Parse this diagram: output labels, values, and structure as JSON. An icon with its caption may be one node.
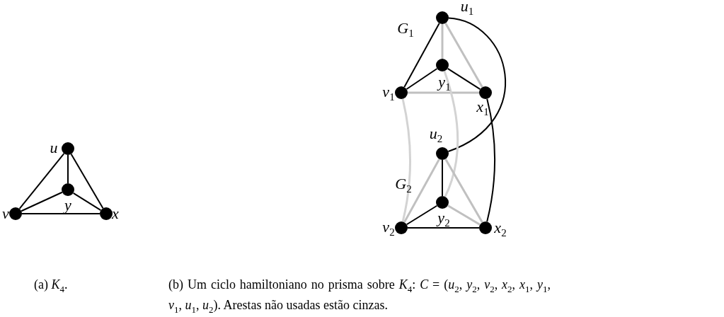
{
  "diagram": {
    "nodes": [
      {
        "text": [],
        "shape": "circle",
        "beside": [
          "u"
        ]
      },
      {
        "text": [],
        "shape": "circle",
        "beside": [
          "y"
        ]
      },
      {
        "text": [],
        "shape": "circle",
        "beside": [
          "v"
        ]
      },
      {
        "text": [],
        "shape": "circle",
        "beside": [
          "x"
        ]
      },
      {
        "text": [],
        "shape": "circle",
        "beside": [
          "u$_{1}$"
        ]
      },
      {
        "text": [],
        "shape": "circle",
        "beside": [
          "y$_{1}$"
        ]
      },
      {
        "text": [],
        "shape": "circle",
        "beside": [
          "v$_{1}$"
        ]
      },
      {
        "text": [],
        "shape": "circle",
        "beside": [
          "x$_{1}$"
        ]
      },
      {
        "text": [],
        "shape": "circle",
        "beside": [
          "u$_{2}$"
        ]
      },
      {
        "text": [],
        "shape": "circle",
        "beside": [
          "y$_{2}$"
        ]
      },
      {
        "text": [],
        "shape": "circle",
        "beside": [
          "v$_{2}$"
        ]
      },
      {
        "text": [],
        "shape": "circle",
        "beside": [
          "x$_{2}$"
        ]
      }
    ],
    "edges": [
      {
        "from": 0,
        "to": 1,
        "arrow": "none"
      },
      {
        "from": 0,
        "to": 2,
        "arrow": "none"
      },
      {
        "from": 0,
        "to": 3,
        "arrow": "none"
      },
      {
        "from": 1,
        "to": 2,
        "arrow": "none"
      },
      {
        "from": 1,
        "to": 3,
        "arrow": "none"
      },
      {
        "from": 2,
        "to": 3,
        "arrow": "none"
      },
      {
        "from": 4,
        "to": 6,
        "arrow": "none"
      },
      {
        "from": 4,
        "to": 5,
        "arrow": "none",
        "color": "#c0c0c0"
      },
      {
        "from": 4,
        "to": 7,
        "arrow": "none",
        "color": "#c0c0c0"
      },
      {
        "from": 5,
        "to": 6,
        "arrow": "none"
      },
      {
        "from": 5,
        "to": 7,
        "arrow": "none"
      },
      {
        "from": 6,
        "to": 7,
        "arrow": "none",
        "color": "#c0c0c0"
      },
      {
        "from": 4,
        "to": 8,
        "arrow": "none"
      },
      {
        "from": 7,
        "to": 11,
        "arrow": "none"
      },
      {
        "from": 6,
        "to": 10,
        "arrow": "none",
        "color": "#d3d3d3"
      },
      {
        "from": 5,
        "to": 9,
        "arrow": "none",
        "color": "#d3d3d3"
      },
      {
        "from": 8,
        "to": 9,
        "arrow": "none"
      },
      {
        "from": 8,
        "to": 10,
        "arrow": "none",
        "color": "#c0c0c0"
      },
      {
        "from": 8,
        "to": 11,
        "arrow": "none",
        "color": "#c0c0c0"
      },
      {
        "from": 9,
        "to": 10,
        "arrow": "none"
      },
      {
        "from": 9,
        "to": 11,
        "arrow": "none",
        "color": "#c0c0c0"
      },
      {
        "from": 10,
        "to": 11,
        "arrow": "none"
      }
    ],
    "labels": [
      "G$_{1}$",
      "G$_{2}$",
      "(a) *K*$_{4}$.",
      "(b) Um ciclo hamiltoniano no prisma sobre *K*$_{4}$: *C* = (*u*$_{2}$, *y*$_{2}$, *v*$_{2}$, *x*$_{2}$, *x*$_{1}$, *y*$_{1}$, *v*$_{1}$, *u*$_{1}$, *u*$_{2}$). Arestas não usadas estão cinzas."
    ]
  }
}
